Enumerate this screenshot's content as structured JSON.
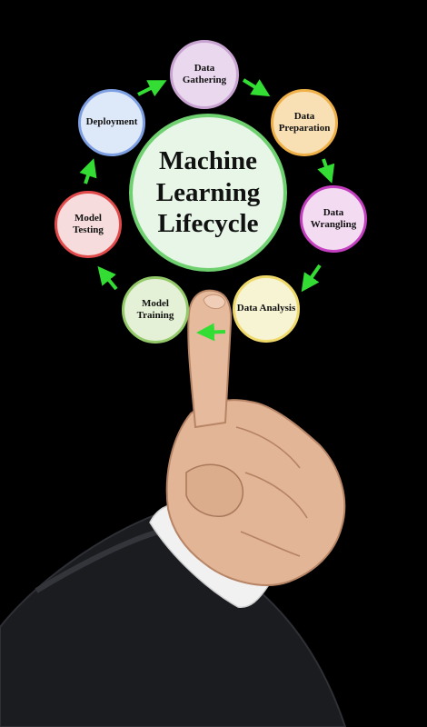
{
  "diagram": {
    "center_label": "Machine\nLearning\nLifecycle",
    "nodes": [
      {
        "id": "gathering",
        "label": "Data Gathering"
      },
      {
        "id": "preparation",
        "label": "Data\nPreparation"
      },
      {
        "id": "wrangling",
        "label": "Data\nWrangling"
      },
      {
        "id": "analysis",
        "label": "Data Analysis"
      },
      {
        "id": "training",
        "label": "Model\nTraining"
      },
      {
        "id": "testing",
        "label": "Model\nTesting"
      },
      {
        "id": "deployment",
        "label": "Deployment"
      }
    ],
    "arrow_color": "#33dd33",
    "background_color": "#000000"
  }
}
